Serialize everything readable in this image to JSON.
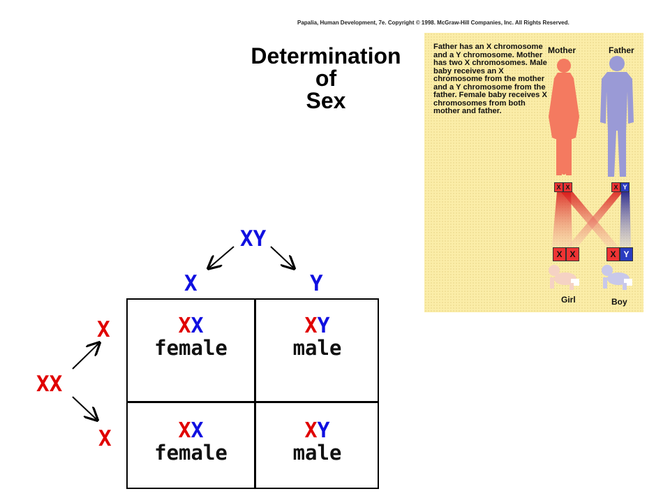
{
  "credit": "Papalia, Human Development, 7e. Copyright © 1998. McGraw-Hill Companies, Inc. All Rights Reserved.",
  "title": {
    "line1": "Determination",
    "line2": "of",
    "line3": "Sex"
  },
  "illustration": {
    "caption": "Father has an X chromosome and a Y chromosome. Mother has two X chromosomes. Male baby receives an X chromosome from the mother and a Y chromosome from the father. Female baby receives X chromosomes from both mother and father.",
    "mother_label": "Mother",
    "father_label": "Father",
    "girl_label": "Girl",
    "boy_label": "Boy",
    "chip_x": "X",
    "chip_y": "Y"
  },
  "punnett": {
    "father_genotype": {
      "a": "X",
      "b": "Y"
    },
    "father_gametes": [
      "X",
      "Y"
    ],
    "mother_genotype": {
      "a": "X",
      "b": "X"
    },
    "mother_gametes": [
      "X",
      "X"
    ],
    "cells": [
      {
        "geno_a": "X",
        "geno_b": "X",
        "sex": "female"
      },
      {
        "geno_a": "X",
        "geno_b": "Y",
        "sex": "male"
      },
      {
        "geno_a": "X",
        "geno_b": "X",
        "sex": "female"
      },
      {
        "geno_a": "X",
        "geno_b": "Y",
        "sex": "male"
      }
    ]
  },
  "colors": {
    "maternal": "#e00000",
    "paternal": "#1010e0",
    "panel": "#fbeda8",
    "mother_figure": "#f47a60",
    "father_figure": "#9a9ad6"
  }
}
